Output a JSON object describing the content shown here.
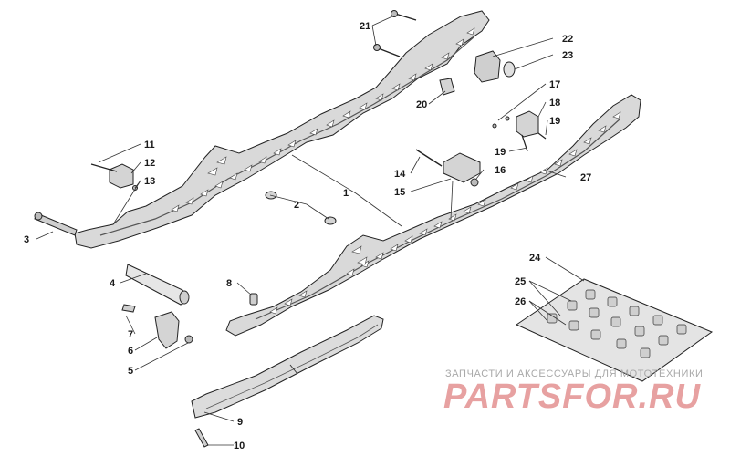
{
  "diagram": {
    "callouts": [
      "1",
      "2",
      "3",
      "4",
      "5",
      "6",
      "7",
      "8",
      "9",
      "10",
      "11",
      "12",
      "13",
      "14",
      "15",
      "16",
      "17",
      "18",
      "19",
      "19",
      "20",
      "21",
      "22",
      "23",
      "24",
      "25",
      "26",
      "27"
    ]
  },
  "watermark": {
    "line1": "ЗАПЧАСТИ И АКСЕССУАРЫ ДЛЯ МОТОТЕХНИКИ",
    "logo": "PARTSFOR.RU"
  }
}
